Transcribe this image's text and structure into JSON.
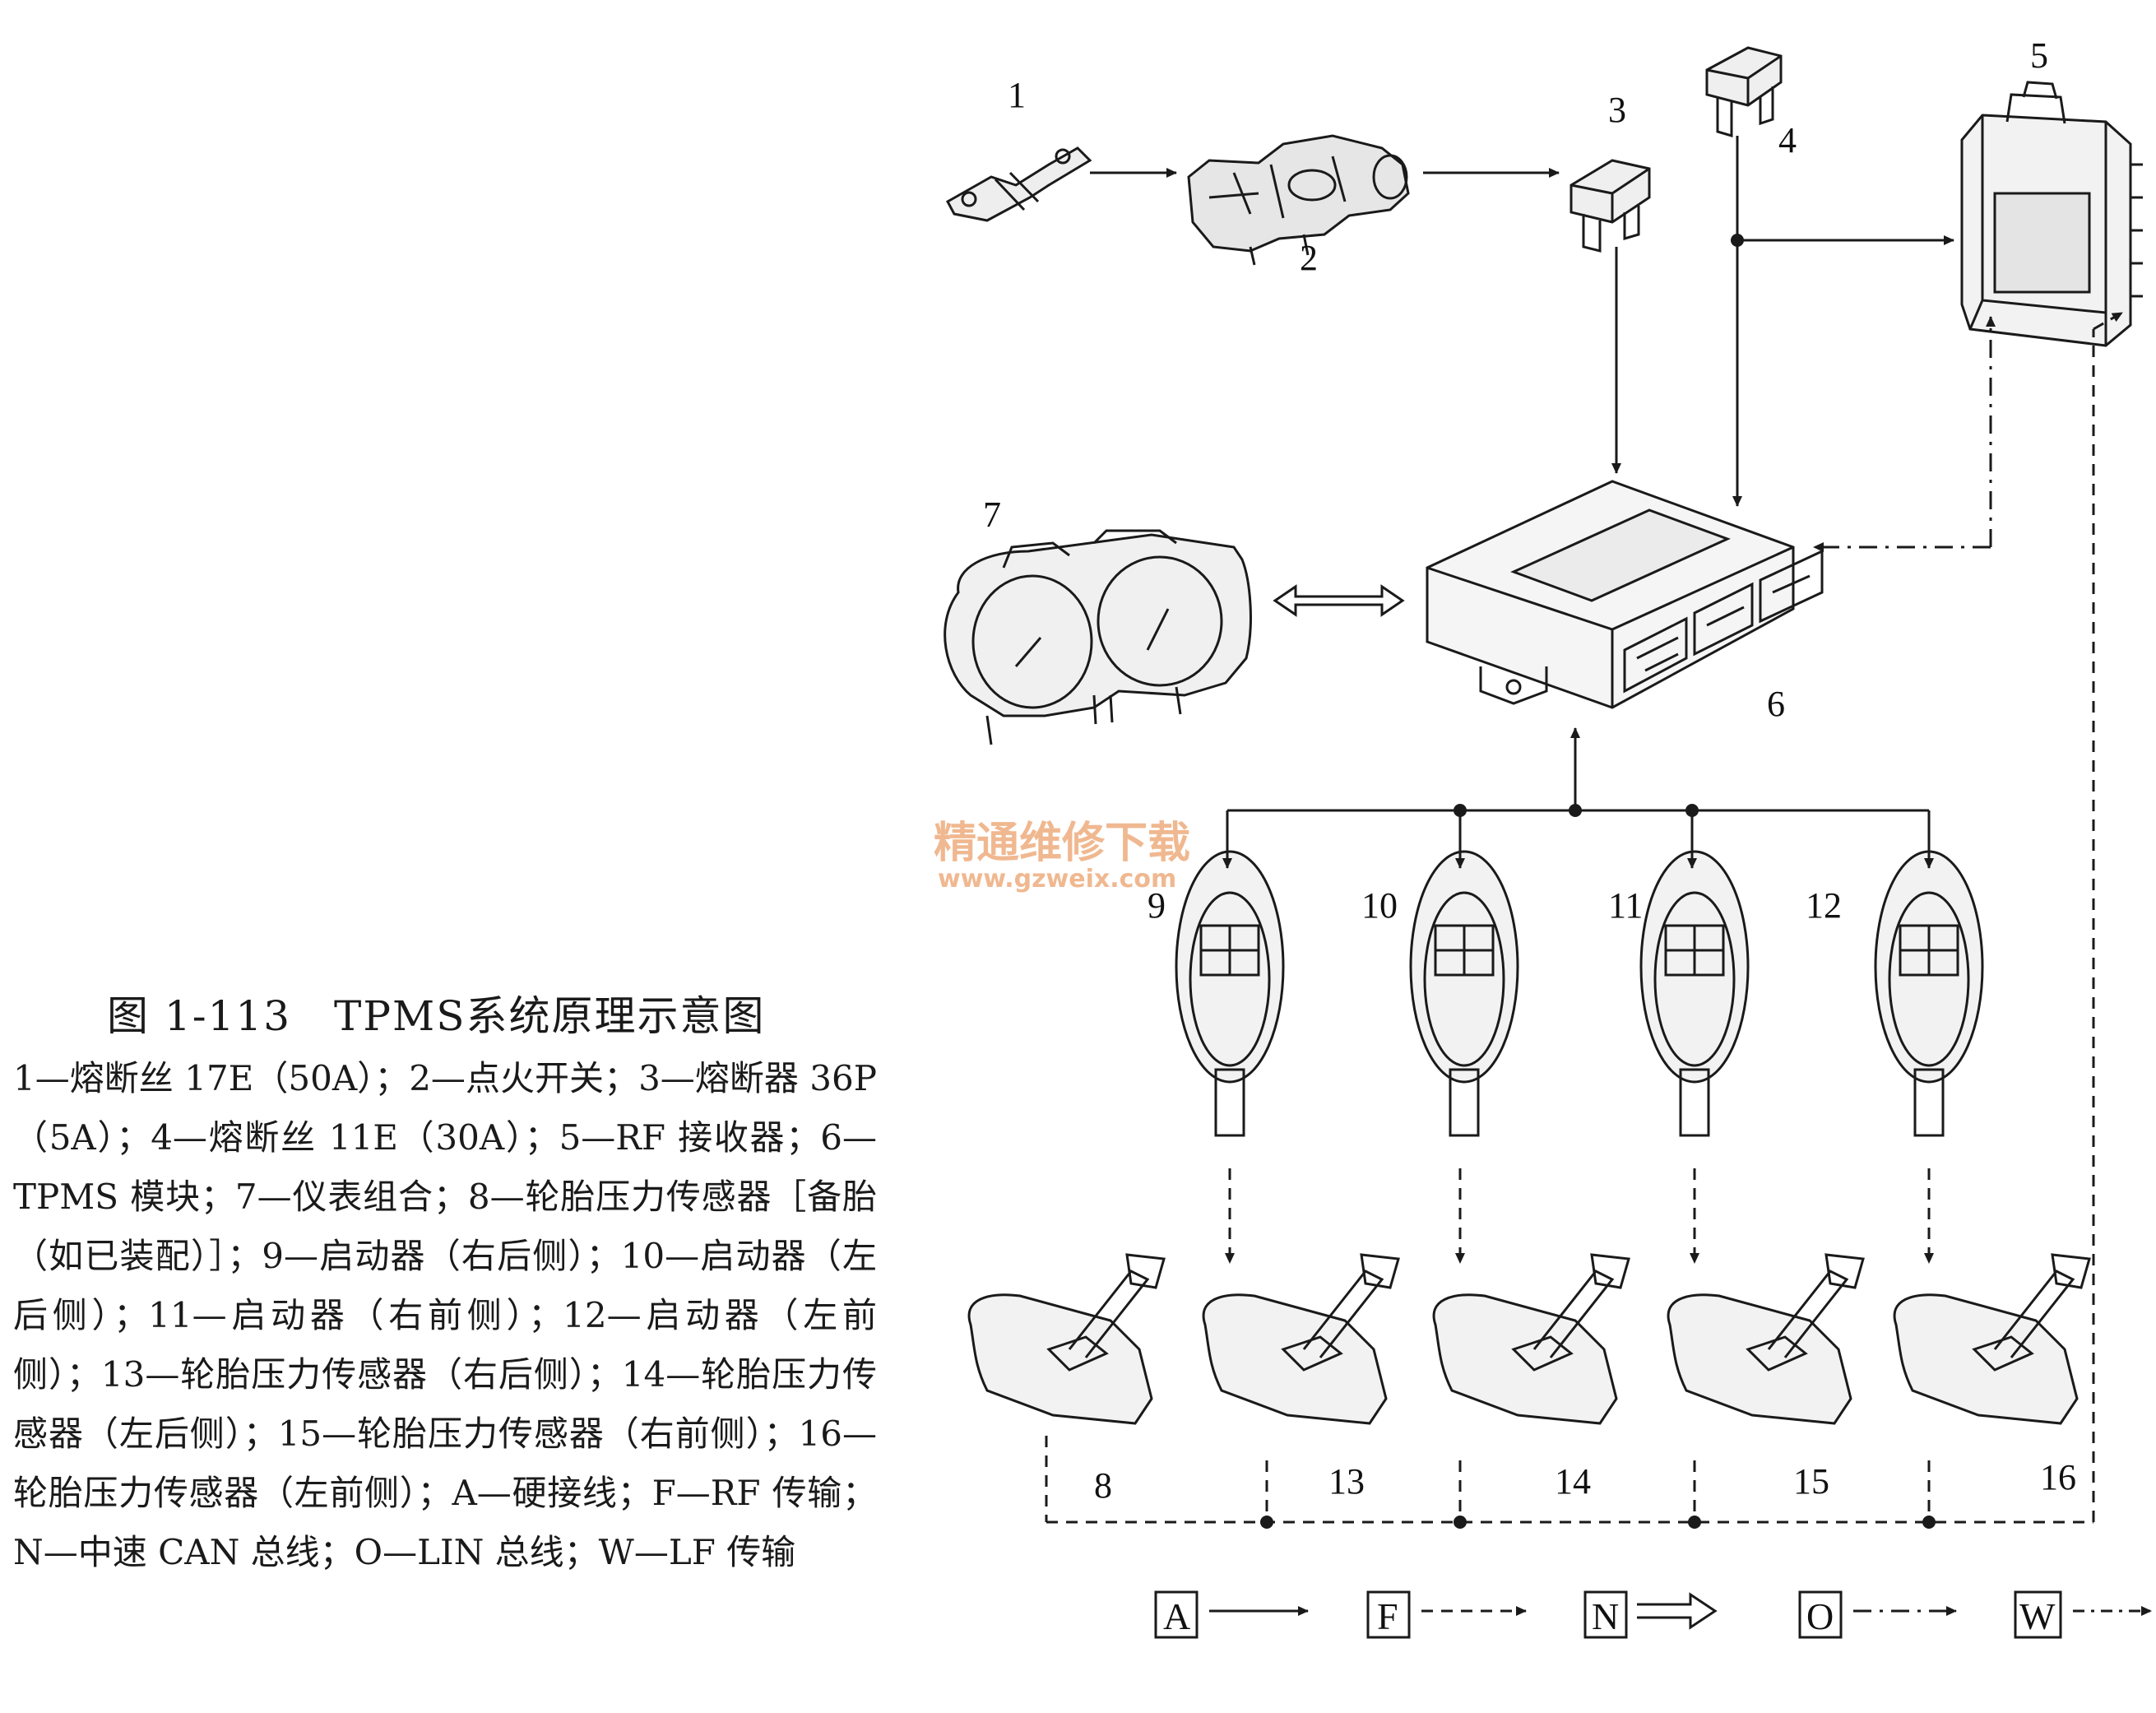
{
  "caption": {
    "title": "图 1-113　TPMS系统原理示意图",
    "body": "1—熔断丝 17E（50A）；2—点火开关；3—熔断器 36P（5A）；4—熔断丝 11E（30A）；5—RF 接收器；6—TPMS 模块；7—仪表组合；8—轮胎压力传感器［备胎（如已装配）］；9—启动器（右后侧）；10—启动器（左后侧）；11—启动器（右前侧）；12—启动器（左前侧）；13—轮胎压力传感器（右后侧）；14—轮胎压力传感器（左后侧）；15—轮胎压力传感器（右前侧）；16—轮胎压力传感器（左前侧）；A—硬接线；F—RF 传输；N—中速 CAN 总线；O—LIN 总线；W—LF 传输"
  },
  "labels": {
    "n1": "1",
    "n2": "2",
    "n3": "3",
    "n4": "4",
    "n5": "5",
    "n6": "6",
    "n7": "7",
    "n8": "8",
    "n9": "9",
    "n10": "10",
    "n11": "11",
    "n12": "12",
    "n13": "13",
    "n14": "14",
    "n15": "15",
    "n16": "16"
  },
  "legend": {
    "a": "A",
    "f": "F",
    "n": "N",
    "o": "O",
    "w": "W"
  },
  "watermark": {
    "name": "精通维修下载",
    "url": "www.gzweix.com"
  },
  "colors": {
    "line": "#1a1a1a",
    "watermark": "#f0b890"
  }
}
